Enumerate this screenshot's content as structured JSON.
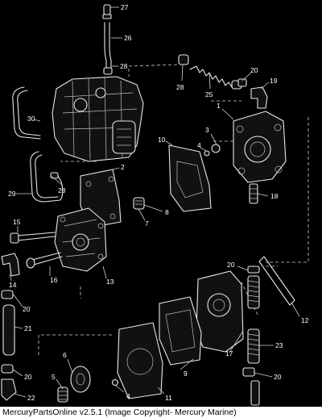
{
  "footer": {
    "text": "MercuryPartsOnline v2.5.1 (Image Copyright- Mercury Marine)"
  },
  "callouts": {
    "c1": "1",
    "c2": "2",
    "c3": "3",
    "c4a": "4",
    "c4b": "4",
    "c5": "5",
    "c6": "6",
    "c7": "7",
    "c8": "8",
    "c9": "9",
    "c10": "10",
    "c11": "11",
    "c12": "12",
    "c13": "13",
    "c14": "14",
    "c15": "15",
    "c16": "16",
    "c17": "17",
    "c18": "18",
    "c19": "19",
    "c20a": "20",
    "c20b": "20",
    "c20c": "20",
    "c20d": "20",
    "c20e": "20",
    "c21": "21",
    "c22": "22",
    "c23": "23",
    "c25": "25",
    "c26": "26",
    "c27": "27",
    "c28a": "28",
    "c28b": "28",
    "c28c": "28",
    "c29": "29",
    "c30": "30"
  }
}
